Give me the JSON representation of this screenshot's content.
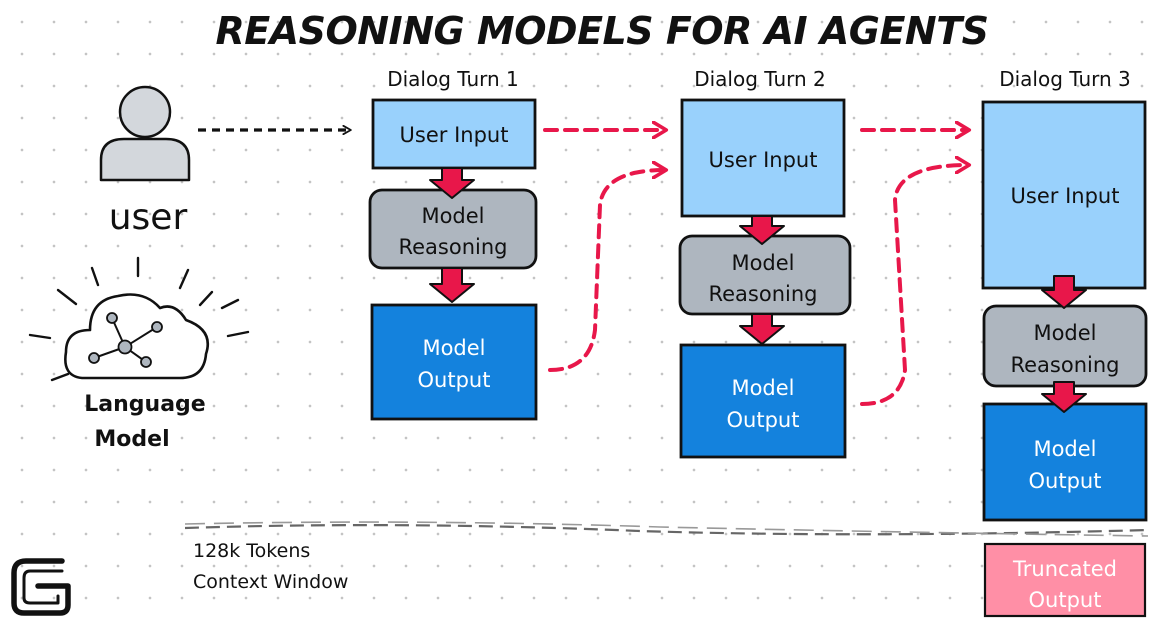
{
  "title": "REASONING MODELS FOR AI AGENTS",
  "actors": {
    "user_label": "user",
    "model_label_line1": "Language",
    "model_label_line2": "Model"
  },
  "turns": [
    {
      "label": "Dialog Turn 1",
      "input": [
        "User Input"
      ],
      "reasoning": [
        "Model",
        "Reasoning"
      ],
      "output": [
        "Model",
        "Output"
      ]
    },
    {
      "label": "Dialog Turn 2",
      "input": [
        "User Input"
      ],
      "reasoning": [
        "Model",
        "Reasoning"
      ],
      "output": [
        "Model",
        "Output"
      ]
    },
    {
      "label": "Dialog Turn 3",
      "input": [
        "User Input"
      ],
      "reasoning": [
        "Model",
        "Reasoning"
      ],
      "output": [
        "Model",
        "Output"
      ],
      "truncated": [
        "Truncated",
        "Output"
      ]
    }
  ],
  "context_window": {
    "line1": "128k Tokens",
    "line2": "Context Window"
  },
  "colors": {
    "input": "#99d1fc",
    "reasoning": "#aeb6bf",
    "output": "#1482dd",
    "truncated": "#ff8fa6",
    "arrow": "#e8174a",
    "outline": "#111111"
  },
  "logo_icon": "g-logo-icon"
}
